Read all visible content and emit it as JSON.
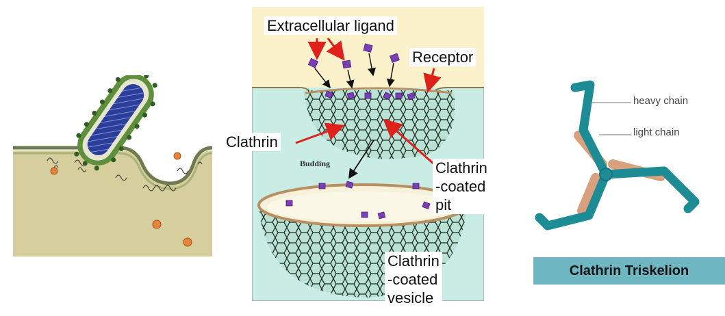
{
  "labels": {
    "extracellular_ligand": "Extracellular ligand",
    "receptor": "Receptor",
    "clathrin": "Clathrin",
    "clathrin_coated_pit": "Clathrin\n-coated\npit",
    "clathrin_coated_vesicle": "Clathrin\n-coated\nvesicle",
    "budding": "Budding"
  },
  "triskelion": {
    "heavy_chain": "heavy chain",
    "light_chain": "light chain",
    "title": "Clathrin Triskelion"
  },
  "colors": {
    "cell_interior": "#d6cf9d",
    "extracellular": "#fbf1cb",
    "cytoplasm": "#c9ede5",
    "ligand": "#7a3fb5",
    "arrow_red": "#e0201b",
    "triskelion_heavy": "#1d8c95",
    "triskelion_light": "#d9a07d",
    "title_bg": "#6db6c2"
  }
}
